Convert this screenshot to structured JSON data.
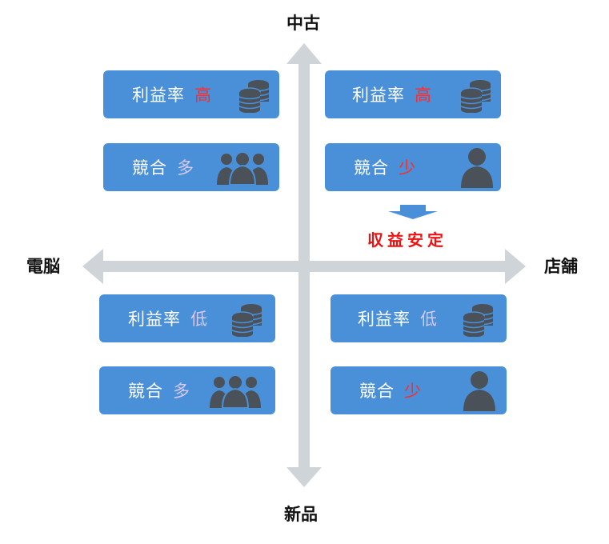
{
  "axes": {
    "top": "中古",
    "bottom": "新品",
    "left": "電脳",
    "right": "店舗"
  },
  "colors": {
    "card": "#4a90d9",
    "axis": "#cfd4d9",
    "icon": "#4a5159",
    "value_high": "#ff2a2a",
    "value_low": "#d6c8f0",
    "highlight": "#ee1111",
    "pointer": "#4a90d9"
  },
  "highlight": "収益安定",
  "cards": {
    "tl_profit": {
      "label": "利益率",
      "value": "高",
      "level": "high",
      "icon": "coins-icon"
    },
    "tl_comp": {
      "label": "競合",
      "value": "多",
      "level": "low",
      "icon": "people-icon"
    },
    "tr_profit": {
      "label": "利益率",
      "value": "高",
      "level": "high",
      "icon": "coins-icon"
    },
    "tr_comp": {
      "label": "競合",
      "value": "少",
      "level": "high",
      "icon": "person-icon"
    },
    "bl_profit": {
      "label": "利益率",
      "value": "低",
      "level": "low",
      "icon": "coins-icon"
    },
    "bl_comp": {
      "label": "競合",
      "value": "多",
      "level": "low",
      "icon": "people-icon"
    },
    "br_profit": {
      "label": "利益率",
      "value": "低",
      "level": "low",
      "icon": "coins-icon"
    },
    "br_comp": {
      "label": "競合",
      "value": "少",
      "level": "high",
      "icon": "person-icon"
    }
  }
}
